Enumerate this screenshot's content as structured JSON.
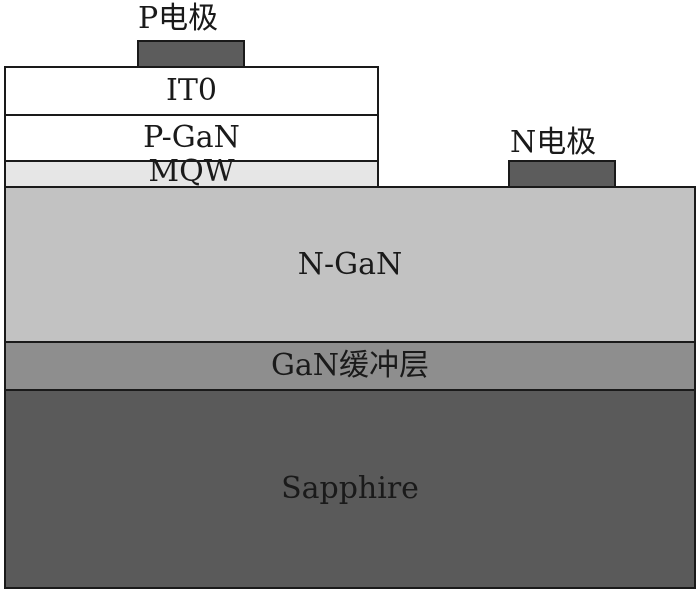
{
  "diagram": {
    "labels": {
      "p_electrode": "P电极",
      "n_electrode": "N电极"
    },
    "layers": {
      "ito": "IT0",
      "p_gan": "P-GaN",
      "mqw": "MQW",
      "n_gan": "N-GaN",
      "buffer": "GaN缓冲层",
      "substrate": "Sapphire"
    },
    "colors": {
      "electrode": "#5c5c5c",
      "ito": "#ffffff",
      "p_gan": "#ffffff",
      "mqw": "#e6e6e6",
      "n_gan": "#c2c2c2",
      "buffer": "#8e8e8e",
      "substrate": "#5a5a5a",
      "border": "#1a1a1a"
    }
  }
}
